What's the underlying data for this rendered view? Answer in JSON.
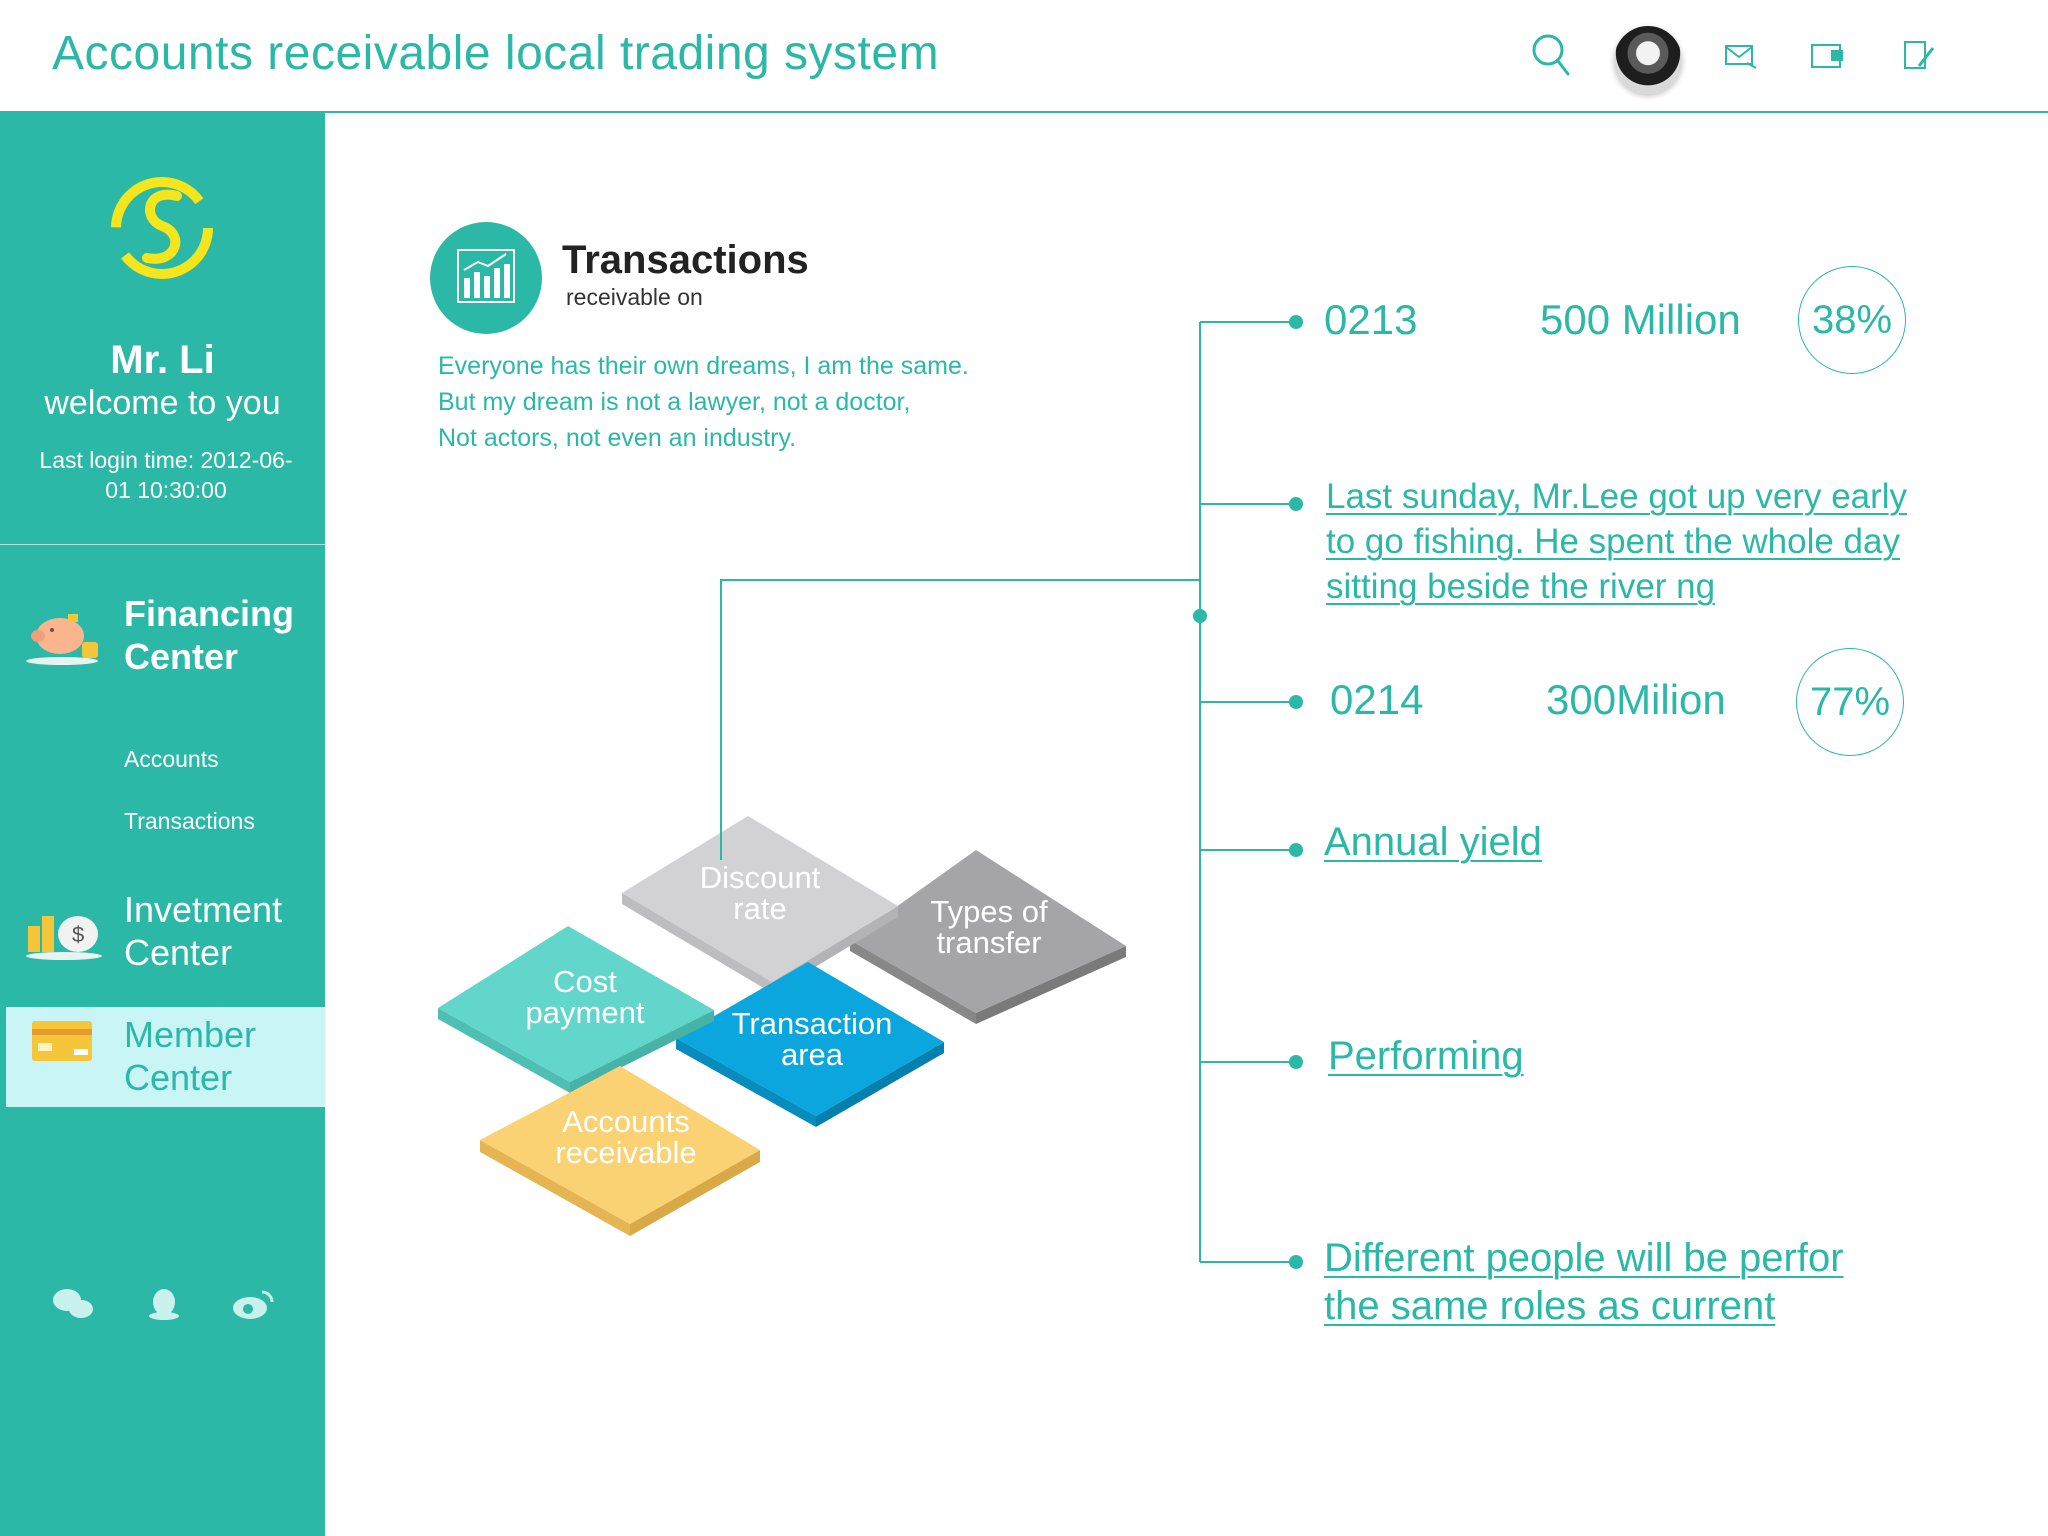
{
  "header": {
    "title": "Accounts receivable local trading system",
    "icons": [
      "search-icon",
      "avatar",
      "mail-icon",
      "wallet-icon",
      "edit-icon"
    ]
  },
  "sidebar": {
    "user_name": "Mr. Li",
    "welcome": "welcome to you",
    "last_login": "Last login time: 2012-06-01 10:30:00",
    "nav": {
      "financing": "Financing Center",
      "accounts": "Accounts",
      "transactions": "Transactions",
      "investment": "Invetment Center",
      "member": "Member Center"
    },
    "social": [
      "wechat-icon",
      "qq-icon",
      "weibo-icon"
    ]
  },
  "main": {
    "title": "Transactions",
    "subtitle": "receivable on",
    "description": [
      "Everyone has their own dreams, I am the same.",
      "But my dream is not a lawyer, not a doctor,",
      "Not actors, not even an industry."
    ],
    "tiles": {
      "discount": "Discount rate",
      "types": "Types of transfer",
      "cost": "Cost payment",
      "area": "Transaction area",
      "receivable": "Accounts receivable"
    },
    "items": [
      {
        "code": "0213",
        "amount": "500 Million",
        "percent": "38%"
      },
      {
        "code": "0214",
        "amount": "300Milion",
        "percent": "77%"
      }
    ],
    "links": {
      "story": [
        "Last sunday, Mr.Lee got up very early ",
        "to go fishing. He spent the whole day ",
        "sitting beside the river  ng"
      ],
      "annual_yield": "Annual yield",
      "performing": "Performing ",
      "different": [
        "Different people will  be perfor",
        "the same roles as current"
      ]
    }
  },
  "colors": {
    "teal": "#2bb8a7",
    "member_highlight": "#c9f5f7",
    "logo_yellow": "#f5e51c",
    "tile_gray_light": "#d2d2d4",
    "tile_gray": "#a5a5a7",
    "tile_teal": "#63d6cc",
    "tile_blue": "#0aa6dd",
    "tile_yellow": "#fbd273"
  }
}
